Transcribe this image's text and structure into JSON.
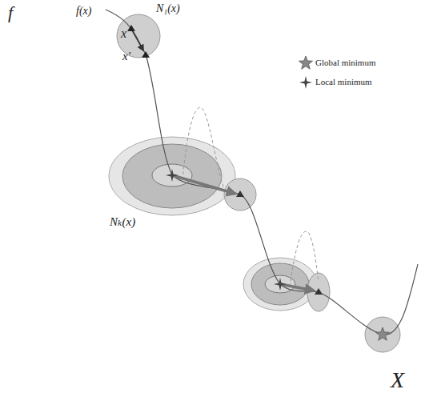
{
  "diagram": {
    "nodes": [
      {
        "text": [
          "x",
          "N₁(x)"
        ]
      },
      {
        "text": [
          "Nₖ(x)"
        ]
      }
    ],
    "labels": [
      "f",
      "f(x)",
      "x'",
      "X"
    ],
    "legend": [
      {
        "text": "Global minimum"
      },
      {
        "text": "Local minimum"
      }
    ]
  }
}
